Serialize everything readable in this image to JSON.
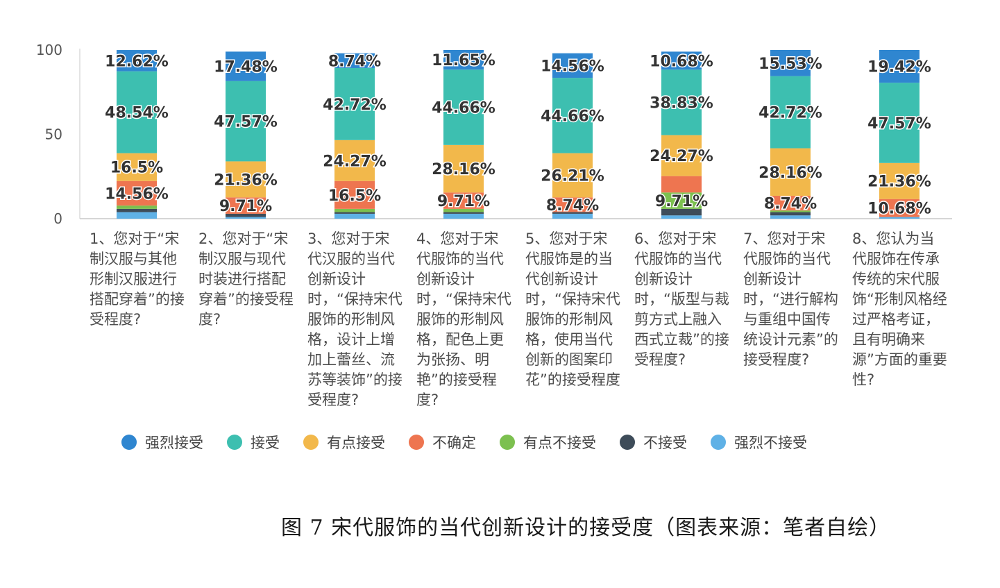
{
  "chart_data": {
    "type": "bar",
    "stacked": true,
    "caption": "图 7 宋代服饰的当代创新设计的接受度（图表来源：笔者自绘）",
    "ylim": [
      0,
      100
    ],
    "yticks": [
      "0",
      "50",
      "100"
    ],
    "grid": false,
    "legend_position": "bottom",
    "categories": [
      "1、您对于“宋制汉服与其他形制汉服进行搭配穿着”的接受程度?",
      "2、您对于“宋制汉服与现代时装进行搭配穿着”的接受程度?",
      "3、您对于宋代汉服的当代创新设计时，“保持宋代服饰的形制风格，设计上增加上蕾丝、流苏等装饰”的接受程度?",
      "4、您对于宋代服饰的当代创新设计时，“保持宋代服饰的形制风格，配色上更为张扬、明艳”的接受程度?",
      "5、您对于宋代服饰是的当代创新设计时，“保持宋代服饰的形制风格，使用当代创新的图案印花”的接受程度",
      "6、您对于宋代服饰的当代创新设计时，“版型与裁剪方式上融入西式立裁”的接受程度?",
      "7、您对于宋代服饰的当代创新设计时，“进行解构与重组中国传统设计元素”的接受程度?",
      "8、您认为当代服饰在传承传统的宋代服饰“形制风格经过严格考证，且有明确来源”方面的重要性?"
    ],
    "series": [
      {
        "name": "强烈不接受",
        "color": "#5fb1e6",
        "values": [
          3.88,
          0.97,
          2.91,
          2.91,
          2.91,
          1.94,
          1.94,
          0.97
        ]
      },
      {
        "name": "不接受",
        "color": "#3e4c59",
        "values": [
          1.94,
          1.94,
          0.97,
          0.97,
          0.97,
          3.88,
          1.94,
          0.0
        ]
      },
      {
        "name": "有点不接受",
        "color": "#7cc04f",
        "values": [
          1.94,
          0.0,
          1.94,
          1.94,
          0.0,
          9.71,
          0.97,
          0.0
        ]
      },
      {
        "name": "不确定",
        "color": "#ee7550",
        "values": [
          14.56,
          9.71,
          16.5,
          9.71,
          8.74,
          9.71,
          8.74,
          10.68
        ]
      },
      {
        "name": "有点接受",
        "color": "#f2b84b",
        "values": [
          16.5,
          21.36,
          24.27,
          28.16,
          26.21,
          24.27,
          28.16,
          21.36
        ]
      },
      {
        "name": "接受",
        "color": "#3dbfb0",
        "values": [
          48.54,
          47.57,
          42.72,
          44.66,
          44.66,
          38.83,
          42.72,
          47.57
        ]
      },
      {
        "name": "强烈接受",
        "color": "#2f86d0",
        "values": [
          12.62,
          17.48,
          8.74,
          11.65,
          14.56,
          10.68,
          15.53,
          19.42
        ]
      }
    ],
    "data_labels": [
      [
        {
          "series": "不确定",
          "text": "14.56%"
        },
        {
          "series": "有点接受",
          "text": "16.5%"
        },
        {
          "series": "接受",
          "text": "48.54%"
        },
        {
          "series": "强烈接受",
          "text": "12.62%"
        }
      ],
      [
        {
          "series": "不确定",
          "text": "9.71%"
        },
        {
          "series": "有点接受",
          "text": "21.36%"
        },
        {
          "series": "接受",
          "text": "47.57%"
        },
        {
          "series": "强烈接受",
          "text": "17.48%"
        }
      ],
      [
        {
          "series": "不确定",
          "text": "16.5%"
        },
        {
          "series": "有点接受",
          "text": "24.27%"
        },
        {
          "series": "接受",
          "text": "42.72%"
        },
        {
          "series": "强烈接受",
          "text": "8.74%"
        }
      ],
      [
        {
          "series": "不确定",
          "text": "9.71%"
        },
        {
          "series": "有点接受",
          "text": "28.16%"
        },
        {
          "series": "接受",
          "text": "44.66%"
        },
        {
          "series": "强烈接受",
          "text": "11.65%"
        }
      ],
      [
        {
          "series": "不确定",
          "text": "8.74%"
        },
        {
          "series": "有点接受",
          "text": "26.21%"
        },
        {
          "series": "接受",
          "text": "44.66%"
        },
        {
          "series": "强烈接受",
          "text": "14.56%"
        }
      ],
      [
        {
          "series": "有点不接受",
          "text": "9.71%"
        },
        {
          "series": "有点接受",
          "text": "24.27%"
        },
        {
          "series": "接受",
          "text": "38.83%"
        },
        {
          "series": "强烈接受",
          "text": "10.68%"
        }
      ],
      [
        {
          "series": "不确定",
          "text": "8.74%"
        },
        {
          "series": "有点接受",
          "text": "28.16%"
        },
        {
          "series": "接受",
          "text": "42.72%"
        },
        {
          "series": "强烈接受",
          "text": "15.53%"
        }
      ],
      [
        {
          "series": "不确定",
          "text": "10.68%"
        },
        {
          "series": "有点接受",
          "text": "21.36%"
        },
        {
          "series": "接受",
          "text": "47.57%"
        },
        {
          "series": "强烈接受",
          "text": "19.42%"
        }
      ]
    ],
    "legend": [
      "强烈接受",
      "接受",
      "有点接受",
      "不确定",
      "有点不接受",
      "不接受",
      "强烈不接受"
    ]
  }
}
